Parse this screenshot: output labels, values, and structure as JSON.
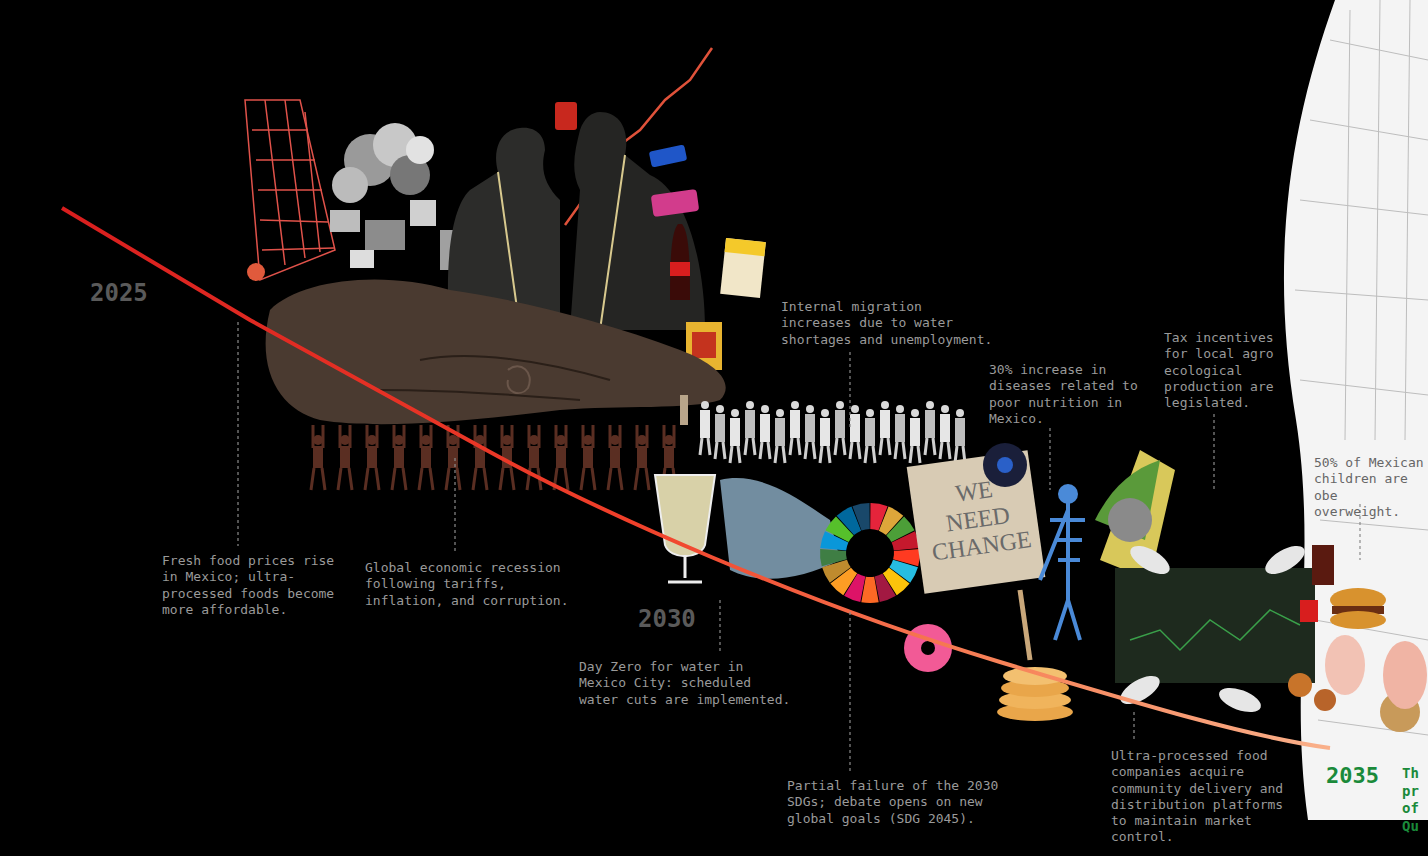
{
  "diagram": {
    "labels": [
      "2025",
      "Fresh food prices rise in Mexico; ultra-processed foods become more affordable.",
      "Global economic recession following tariffs, inflation, and corruption.",
      "Internal migration increases due to water shortages and unemployment.",
      "2030",
      "Day Zero for water in Mexico City: scheduled water cuts are implemented.",
      "30% increase in diseases related to poor nutrition in Mexico.",
      "Partial failure of the 2030 SDGs; debate opens on new global goals (SDG 2045).",
      "Tax incentives for local agro ecological production are legislated.",
      "50% of Mexican children are obe overweight.",
      "Ultra-processed food companies acquire community delivery and distribution platforms to maintain market control.",
      "2035",
      "Th pr of Qu",
      "WE NEED CHANGE"
    ]
  }
}
